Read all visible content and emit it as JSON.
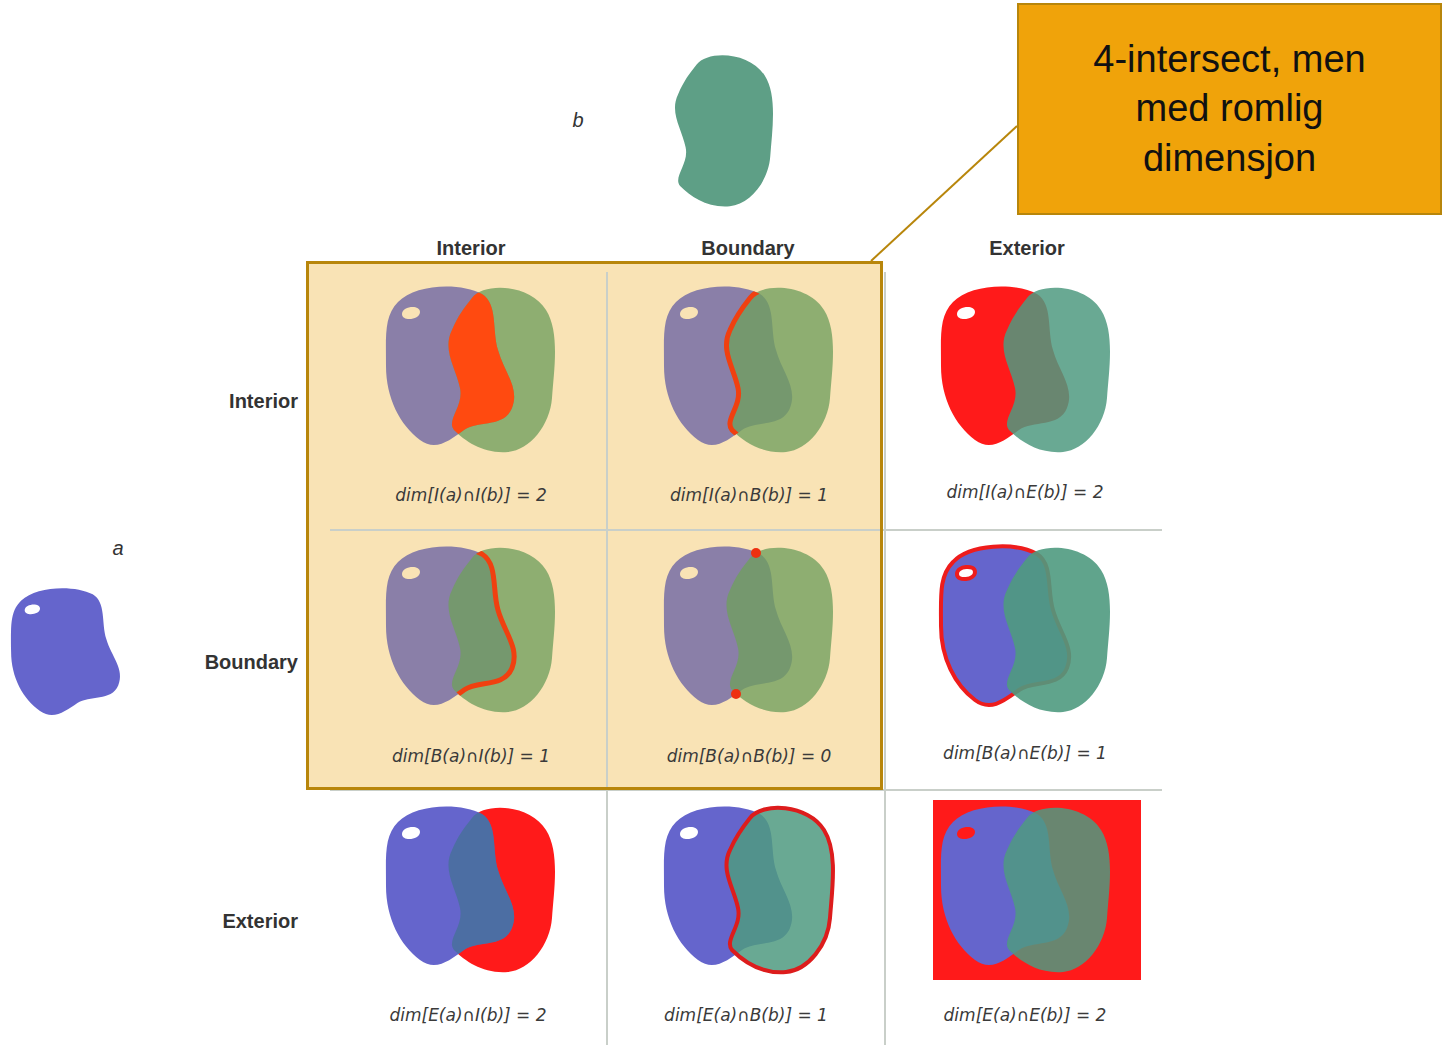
{
  "diagram": {
    "nodes": [
      {
        "text": [
          "4-intersect, men med romlig dimensjon"
        ]
      },
      {
        "text": [
          "dim[I(a)∩I(b)] = 2",
          "dim[I(a)∩B(b)] = 1",
          "dim[B(a)∩I(b)] = 1",
          "dim[B(a)∩B(b)] = 0"
        ]
      }
    ],
    "edges": [
      {
        "from": 0,
        "to": 1,
        "arrow": "none"
      }
    ],
    "labels": [
      "b",
      "Interior",
      "Boundary",
      "Exterior",
      "Interior",
      "dim[I(a)∩E(b)] = 2",
      "a",
      "Boundary",
      "dim[B(a)∩E(b)] = 1",
      "Exterior",
      "dim[E(a)∩I(b)] = 2",
      "dim[E(a)∩B(b)] = 1",
      "dim[E(a)∩E(b)] = 2"
    ]
  }
}
